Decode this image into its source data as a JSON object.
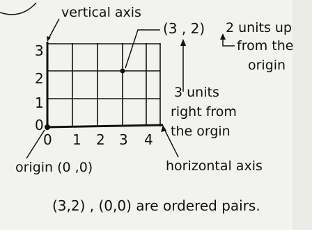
{
  "labels": {
    "vertical_axis": "vertical axis",
    "horizontal_axis": "horizontal axis",
    "origin": "origin (0 ,0)",
    "point": "(3 , 2)",
    "up_line1": "2 units up",
    "up_line2": "from the",
    "up_line3": "origin",
    "right_line1": "3 units",
    "right_line2": "right from",
    "right_line3": "the orgin",
    "caption": "(3,2) , (0,0) are ordered pairs."
  },
  "grid": {
    "x_ticks": [
      "0",
      "1",
      "2",
      "3",
      "4"
    ],
    "y_ticks": [
      "3",
      "2",
      "1",
      "0"
    ],
    "x_max": 4,
    "y_max": 3,
    "point": {
      "x": 3,
      "y": 2
    }
  },
  "colors": {
    "ink": "#111111",
    "paper": "#f2f2ef"
  }
}
